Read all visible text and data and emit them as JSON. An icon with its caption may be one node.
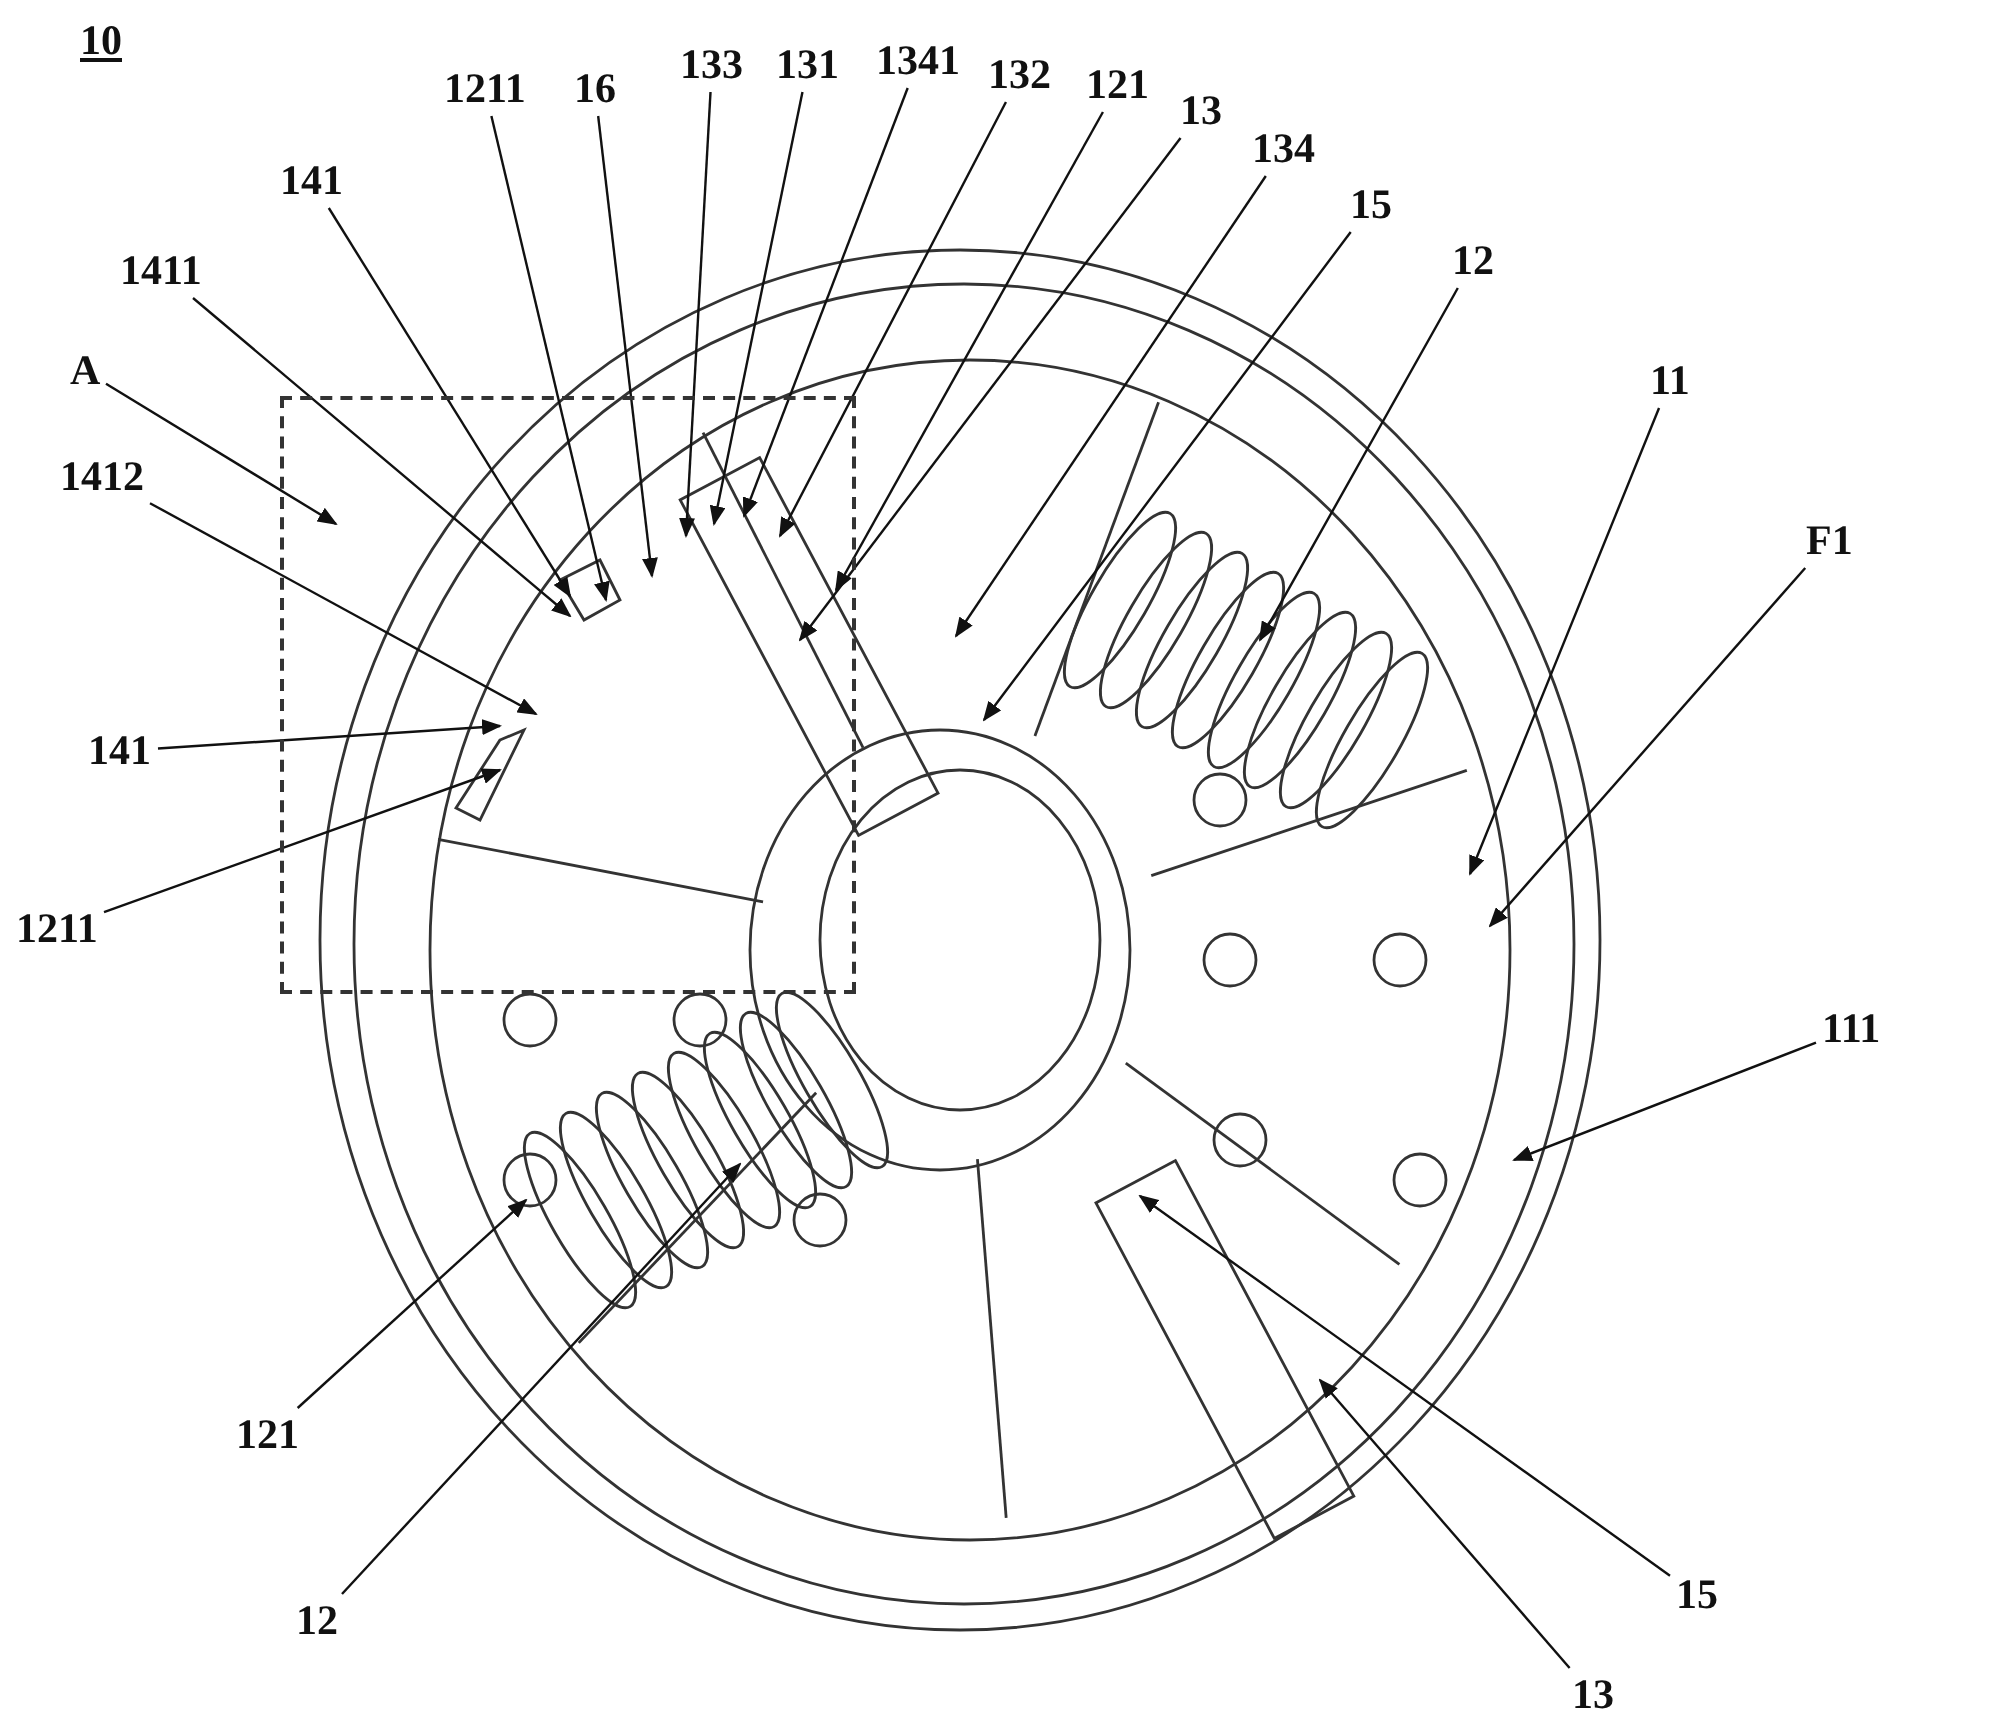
{
  "diagram": {
    "nodes": [
      {
        "text": [
          "1211"
        ]
      },
      {
        "text": [
          "16"
        ]
      },
      {
        "text": [
          "133"
        ]
      },
      {
        "text": [
          "131"
        ]
      },
      {
        "text": [
          "1341"
        ]
      },
      {
        "text": [
          "132"
        ]
      },
      {
        "text": [
          "121"
        ]
      },
      {
        "text": [
          "13"
        ]
      },
      {
        "text": [
          "134"
        ]
      },
      {
        "text": [
          "15"
        ]
      },
      {
        "text": [
          "12"
        ]
      },
      {
        "text": [
          "141"
        ]
      },
      {
        "text": [
          "1411"
        ]
      },
      {
        "text": [
          "A"
        ]
      },
      {
        "text": [
          "1412"
        ]
      },
      {
        "text": [
          "11"
        ]
      },
      {
        "text": [
          "F1"
        ]
      },
      {
        "text": [
          "141"
        ]
      },
      {
        "text": [
          "1211"
        ]
      },
      {
        "text": [
          "111"
        ]
      },
      {
        "text": [
          "121"
        ]
      },
      {
        "text": [
          "12"
        ]
      },
      {
        "text": [
          "15"
        ]
      },
      {
        "text": [
          "13"
        ]
      }
    ],
    "edges": [
      {
        "from": 0,
        "to": null,
        "arrow": "to"
      },
      {
        "from": 1,
        "to": null,
        "arrow": "to"
      },
      {
        "from": 2,
        "to": null,
        "arrow": "to"
      },
      {
        "from": 3,
        "to": null,
        "arrow": "to"
      },
      {
        "from": 4,
        "to": null,
        "arrow": "to"
      },
      {
        "from": 5,
        "to": null,
        "arrow": "to"
      },
      {
        "from": 6,
        "to": null,
        "arrow": "to"
      },
      {
        "from": 7,
        "to": null,
        "arrow": "to"
      },
      {
        "from": 8,
        "to": null,
        "arrow": "to"
      },
      {
        "from": 9,
        "to": null,
        "arrow": "to"
      },
      {
        "from": 10,
        "to": null,
        "arrow": "to"
      },
      {
        "from": 11,
        "to": null,
        "arrow": "to"
      },
      {
        "from": 12,
        "to": null,
        "arrow": "to"
      },
      {
        "from": 13,
        "to": null,
        "arrow": "to"
      },
      {
        "from": 14,
        "to": null,
        "arrow": "to"
      },
      {
        "from": 15,
        "to": null,
        "arrow": "to"
      },
      {
        "from": 16,
        "to": null,
        "arrow": "to"
      },
      {
        "from": 17,
        "to": null,
        "arrow": "to"
      },
      {
        "from": 18,
        "to": null,
        "arrow": "to"
      },
      {
        "from": 19,
        "to": null,
        "arrow": "to"
      },
      {
        "from": 20,
        "to": null,
        "arrow": "to"
      },
      {
        "from": 21,
        "to": null,
        "arrow": "to"
      },
      {
        "from": 22,
        "to": null,
        "arrow": "to"
      },
      {
        "from": 23,
        "to": null,
        "arrow": "to"
      }
    ],
    "labels": [
      "10"
    ]
  }
}
